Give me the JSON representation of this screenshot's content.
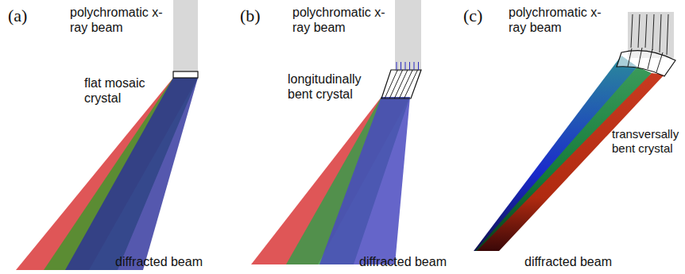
{
  "diagram": {
    "labels": [
      "(a)",
      "polychromatic x-ray beam",
      "flat mosaic crystal",
      "diffracted beam",
      "(b)",
      "polychromatic x-ray beam",
      "longitudinally bent crystal",
      "diffracted beam",
      "(c)",
      "polychromatic x-ray beam",
      "transversally bent crystal",
      "diffracted beam"
    ]
  }
}
